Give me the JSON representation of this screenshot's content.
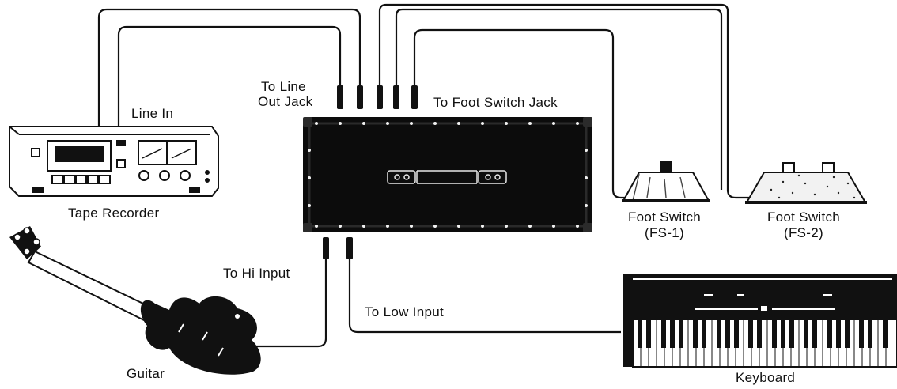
{
  "labels": {
    "line_in": "Line In",
    "tape_recorder": "Tape Recorder",
    "to_line_out_jack_1": "To Line",
    "to_line_out_jack_2": "Out Jack",
    "to_foot_switch_jack": "To Foot Switch Jack",
    "foot_switch_1_title": "Foot Switch",
    "foot_switch_1_id": "(FS-1)",
    "foot_switch_2_title": "Foot Switch",
    "foot_switch_2_id": "(FS-2)",
    "to_hi_input": "To Hi Input",
    "to_low_input": "To Low Input",
    "guitar": "Guitar",
    "keyboard": "Keyboard"
  },
  "colors": {
    "ink": "#111111",
    "paper": "#ffffff"
  }
}
